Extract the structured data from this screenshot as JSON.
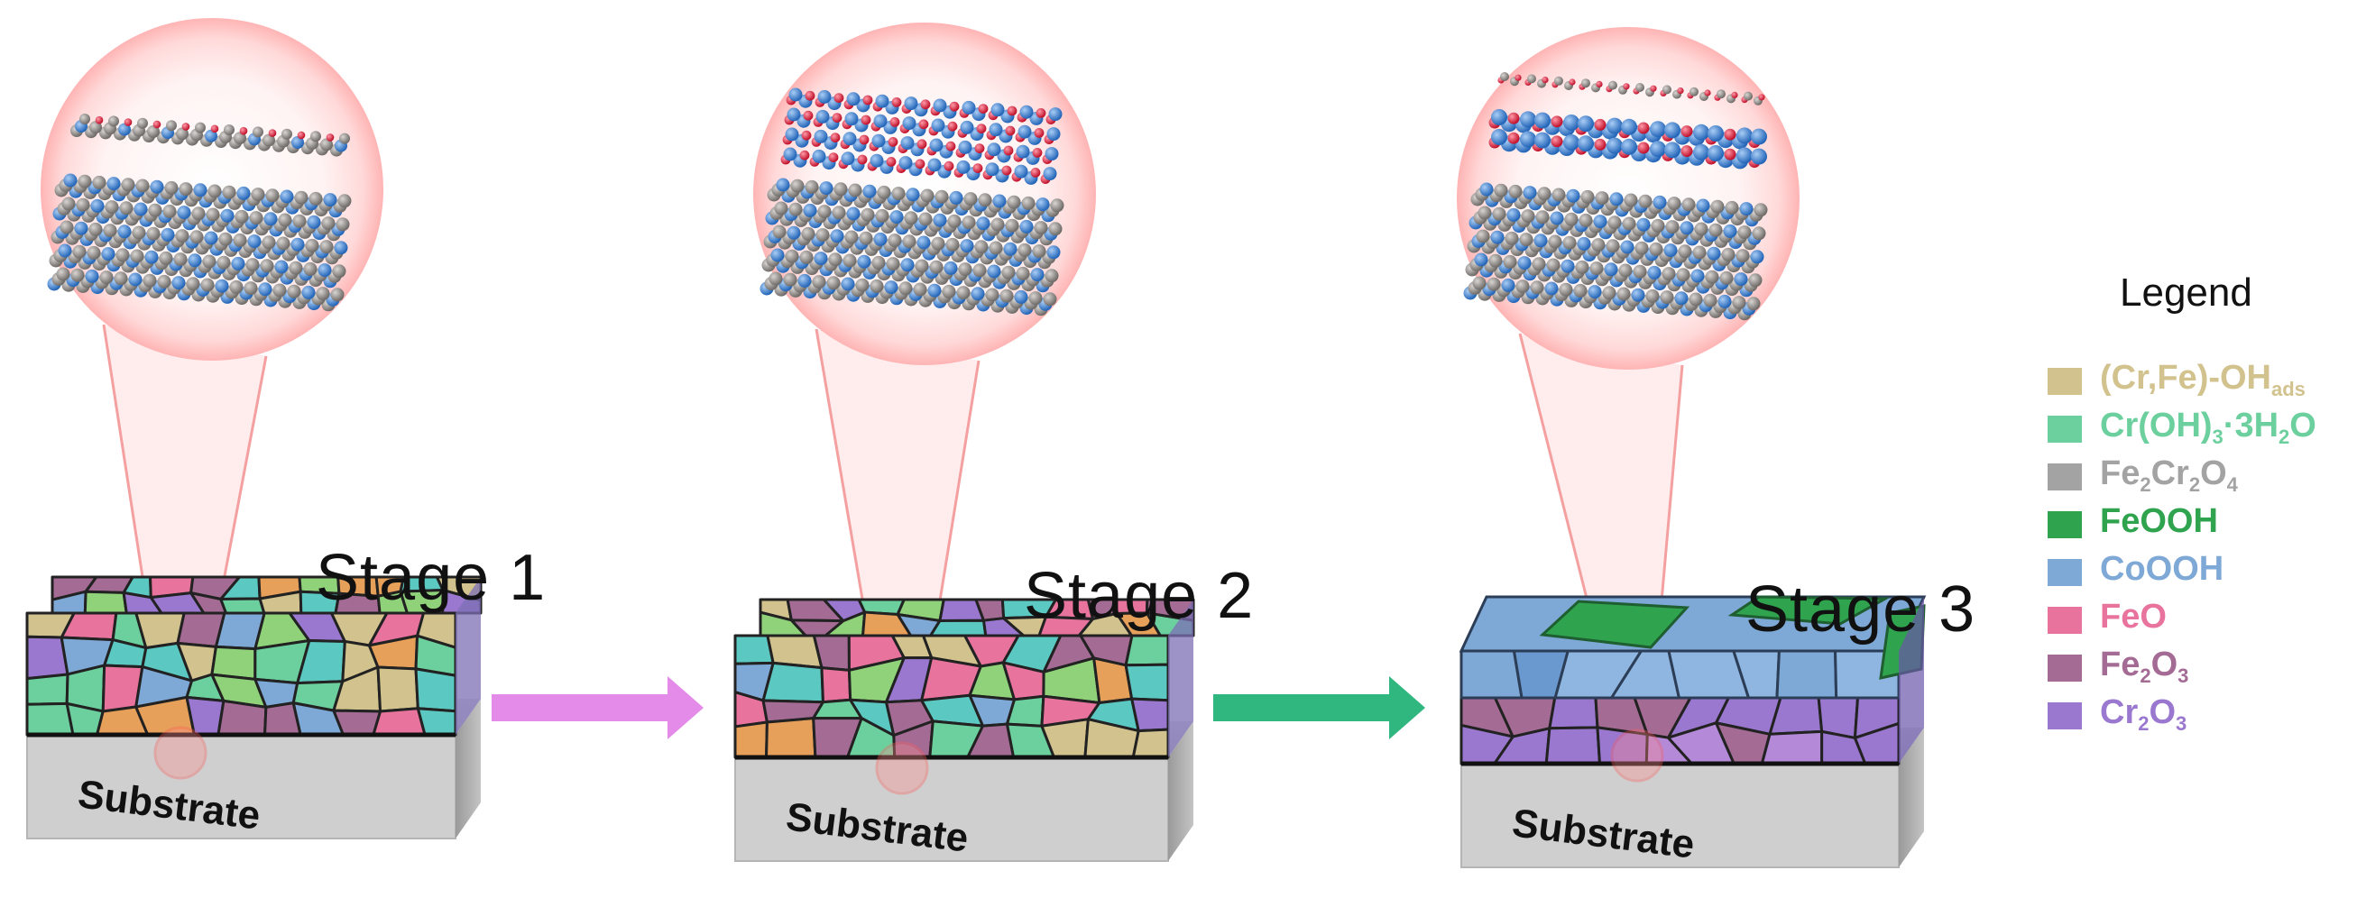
{
  "stages": [
    {
      "label": "Stage 1",
      "substrate": "Substrate"
    },
    {
      "label": "Stage 2",
      "substrate": "Substrate"
    },
    {
      "label": "Stage 3",
      "substrate": "Substrate"
    }
  ],
  "legend": {
    "title": "Legend",
    "items": [
      {
        "parts": [
          [
            "(Cr,Fe)-OH",
            ""
          ],
          [
            "ads",
            "sub"
          ]
        ],
        "color": "#d2c28e"
      },
      {
        "parts": [
          [
            "Cr(OH)",
            ""
          ],
          [
            "3",
            "sub"
          ],
          [
            "·3H",
            ""
          ],
          [
            "2",
            "sub"
          ],
          [
            "O",
            ""
          ]
        ],
        "color": "#6ccf9e"
      },
      {
        "parts": [
          [
            "Fe",
            ""
          ],
          [
            "2",
            "sub"
          ],
          [
            "Cr",
            ""
          ],
          [
            "2",
            "sub"
          ],
          [
            "O",
            ""
          ],
          [
            "4",
            "sub"
          ]
        ],
        "color": "#a3a3a3"
      },
      {
        "parts": [
          [
            "FeOOH",
            ""
          ]
        ],
        "color": "#2fa34e"
      },
      {
        "parts": [
          [
            "CoOOH",
            ""
          ]
        ],
        "color": "#7ea8d6"
      },
      {
        "parts": [
          [
            "FeO",
            ""
          ]
        ],
        "color": "#e8739d"
      },
      {
        "parts": [
          [
            "Fe",
            ""
          ],
          [
            "2",
            "sub"
          ],
          [
            "O",
            ""
          ],
          [
            "3",
            "sub"
          ]
        ],
        "color": "#a46b94"
      },
      {
        "parts": [
          [
            "Cr",
            ""
          ],
          [
            "2",
            "sub"
          ],
          [
            "O",
            ""
          ],
          [
            "3",
            "sub"
          ]
        ],
        "color": "#9a78cf"
      }
    ]
  },
  "arrows": [
    {
      "color": "#e48ae8"
    },
    {
      "color": "#2fb77f"
    }
  ],
  "atom_colors": {
    "metal": "#8e8a86",
    "cobalt": "#3f86d8",
    "oxygen": "#e0213a"
  }
}
